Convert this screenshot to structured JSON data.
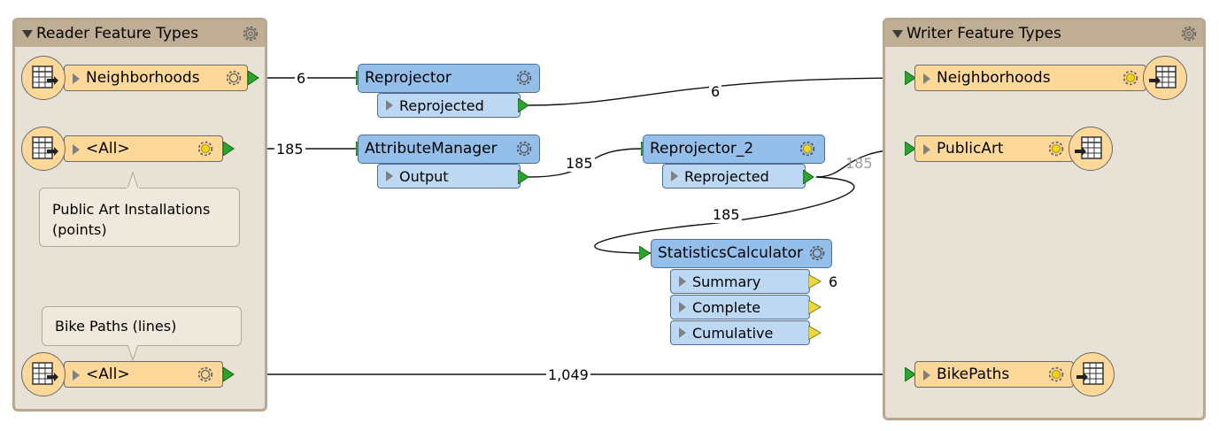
{
  "reader_bookmark": {
    "title": "Reader Feature Types"
  },
  "writer_bookmark": {
    "title": "Writer Feature Types"
  },
  "readers": [
    {
      "label": "Neighborhoods"
    },
    {
      "label": "<All>"
    },
    {
      "label": "<All>"
    }
  ],
  "writers": [
    {
      "label": "Neighborhoods"
    },
    {
      "label": "PublicArt"
    },
    {
      "label": "BikePaths"
    }
  ],
  "notes": {
    "public_art": "Public Art Installations (points)",
    "bike_paths": "Bike Paths (lines)"
  },
  "transformers": {
    "reprojector": {
      "name": "Reprojector",
      "port": "Reprojected"
    },
    "attribute_manager": {
      "name": "AttributeManager",
      "port": "Output"
    },
    "reprojector_2": {
      "name": "Reprojector_2",
      "port": "Reprojected"
    },
    "statistics_calculator": {
      "name": "StatisticsCalculator",
      "ports": [
        "Summary",
        "Complete",
        "Cumulative"
      ]
    }
  },
  "counts": {
    "neighborhoods_in": "6",
    "neighborhoods_out": "6",
    "public_art_in": "185",
    "attr_out": "185",
    "reproj2_to_writer": "185",
    "reproj2_to_stats": "185",
    "summary": "6",
    "bike_paths": "1,049"
  },
  "colors": {
    "feature_type": "#fed898",
    "transformer": "#94bfea",
    "port": "#bcd8f3",
    "bookmark_bg": "#e8e1d6",
    "bookmark_header": "#bfae94",
    "connected_port": "#2aa62a",
    "unconnected_port": "#ecd840"
  },
  "icons": {
    "reader_icon": "table-arrow-icon",
    "gear": "gear-icon",
    "highlight_gear": "sun-gear-icon"
  }
}
